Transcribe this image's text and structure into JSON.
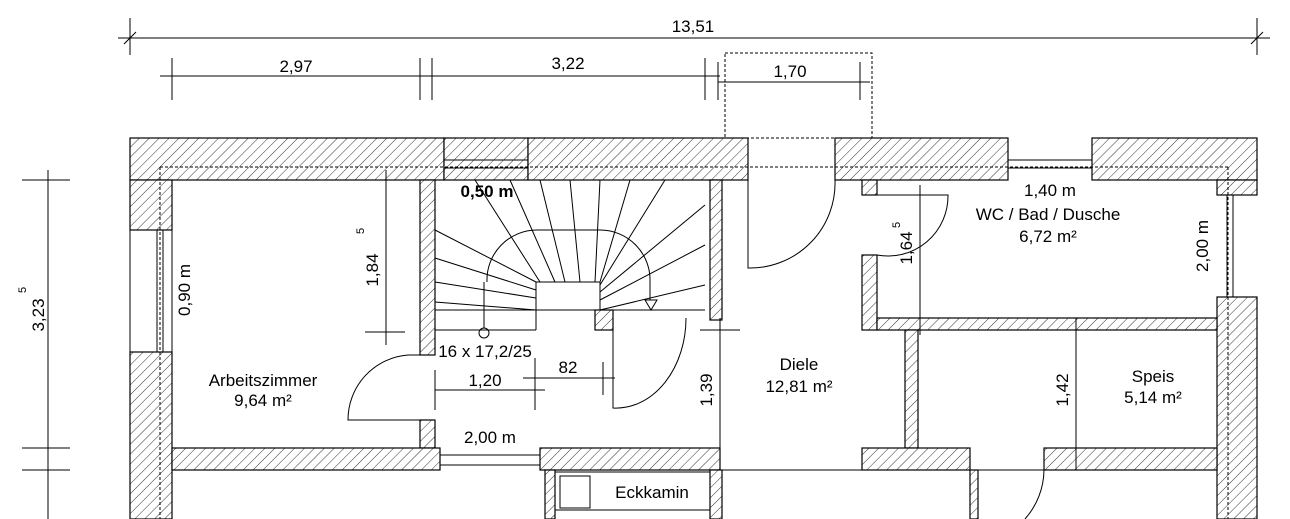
{
  "dimensions": {
    "total_width": "13,51",
    "seg1": "2,97",
    "seg2": "3,22",
    "seg3": "1,70",
    "left_height": "3,23",
    "left_height_sup": "5",
    "arbeitszimmer_h": "1,84",
    "arbeitszimmer_h_sup": "5",
    "window_left": "0,90 m",
    "stair_window": "0,50 m",
    "stair_spec": "16 x 17,2/25",
    "stair_w": "1,20",
    "stair_gap": "82",
    "stair_len": "2,00 m",
    "diele_h": "1,39",
    "wc_h": "1,64",
    "wc_h_sup": "5",
    "wc_window": "1,40 m",
    "wc_right_window": "2,00 m",
    "speis_h": "1,42"
  },
  "rooms": {
    "arbeitszimmer": {
      "name": "Arbeitszimmer",
      "area": "9,64 m²"
    },
    "diele": {
      "name": "Diele",
      "area": "12,81 m²"
    },
    "wc": {
      "name": "WC / Bad / Dusche",
      "area": "6,72 m²"
    },
    "speis": {
      "name": "Speis",
      "area": "5,14 m²"
    },
    "eckkamin": {
      "name": "Eckkamin"
    }
  }
}
